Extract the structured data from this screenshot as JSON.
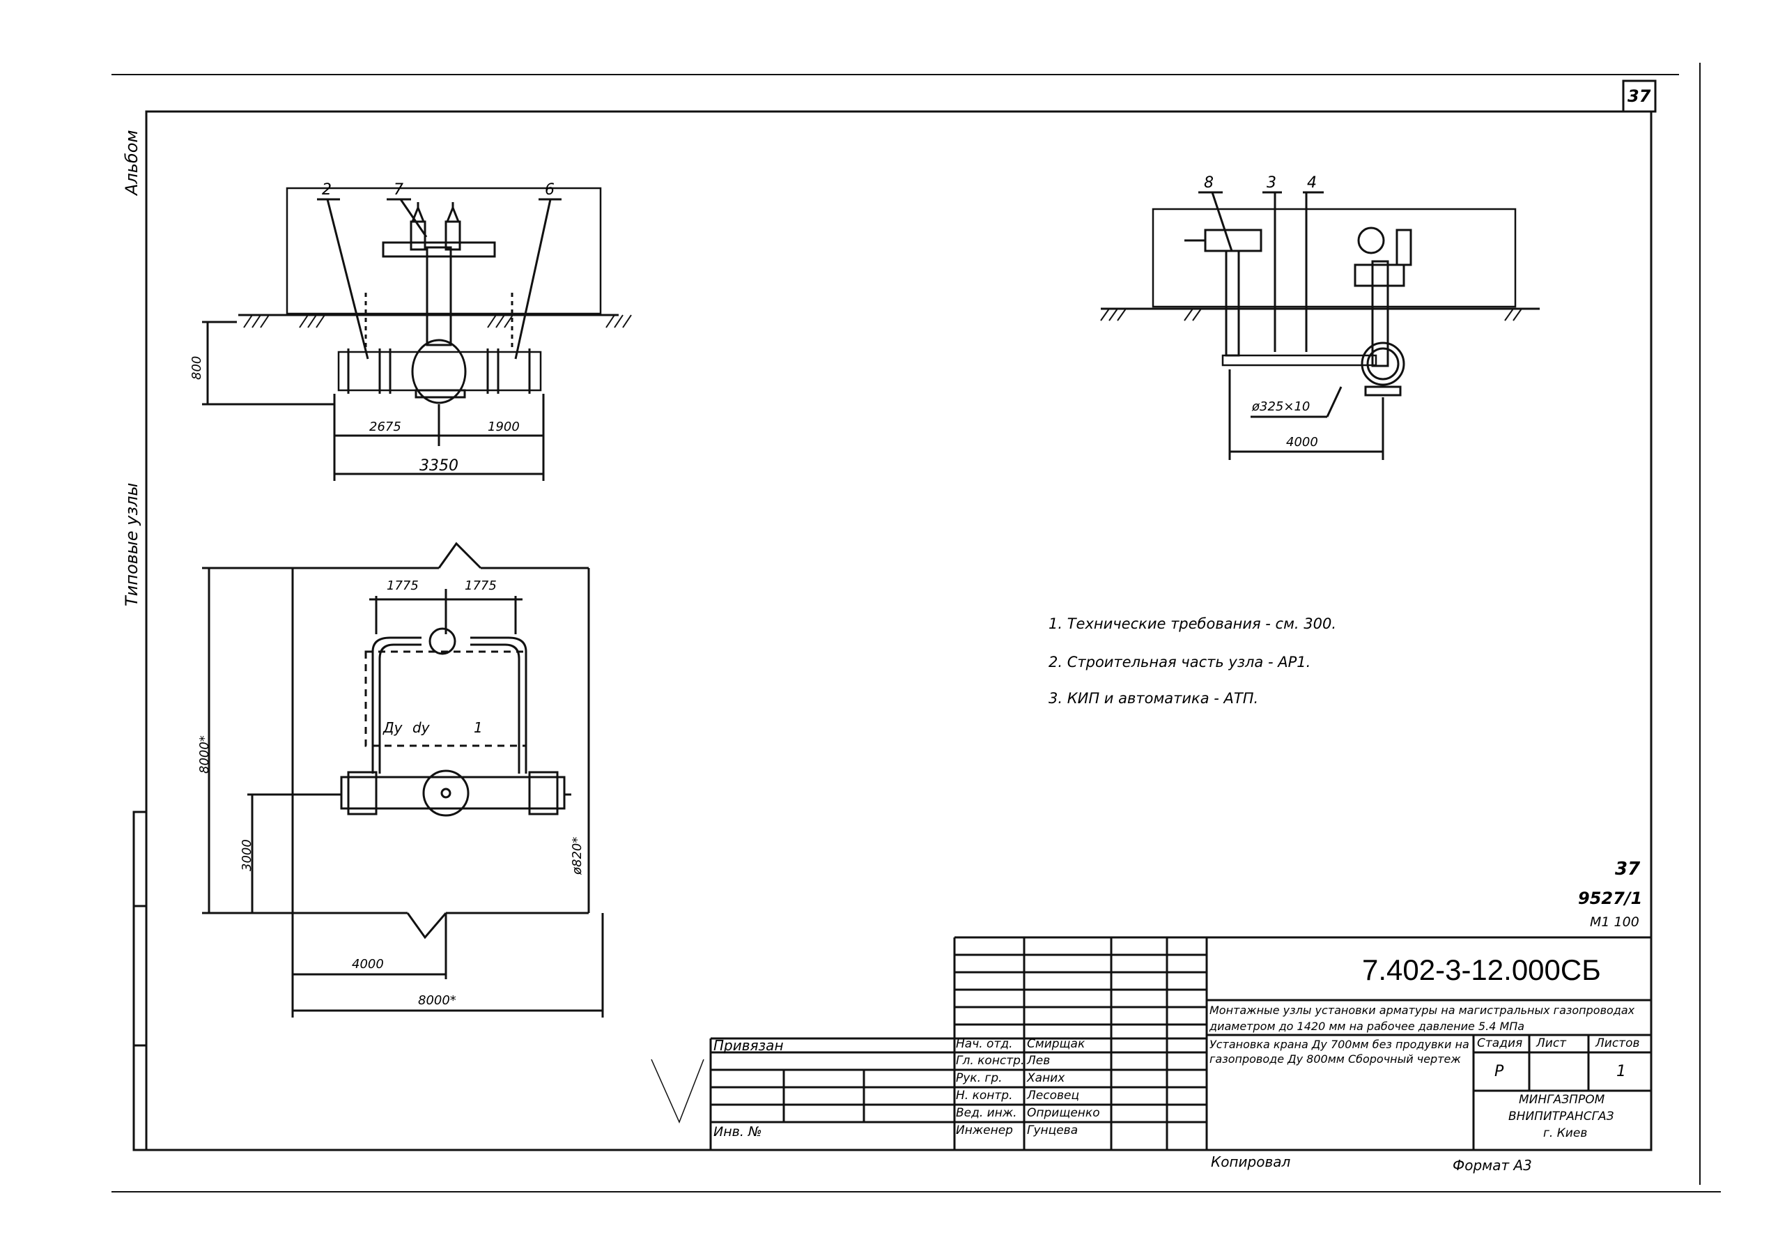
{
  "sheet": {
    "page_number": "37"
  },
  "side_labels": {
    "album": "Альбом",
    "typical_nodes": "Типовые узлы"
  },
  "view_left": {
    "callouts": [
      "2",
      "7",
      "6"
    ],
    "dims": [
      "800",
      "2675",
      "1900",
      "3350"
    ]
  },
  "view_right": {
    "callouts": [
      "8",
      "3",
      "4"
    ],
    "dims": [
      "ø325×10",
      "4000"
    ]
  },
  "plan": {
    "dims": [
      "1775",
      "1775",
      "8000*",
      "3000",
      "ø820*",
      "4000",
      "8000*"
    ],
    "labels": [
      "Ду",
      "dy",
      "1"
    ]
  },
  "notes": [
    "1. Технические требования - см. 300.",
    "2. Строительная часть узла - АР1.",
    "3. КИП и автоматика - АТП."
  ],
  "stamp_ref": {
    "line1": "37",
    "line2": "9527/1",
    "line3": "М1 100"
  },
  "title_block": {
    "doc_code": "7.402-3-12.000СБ",
    "project_title": "Монтажные узлы установки арматуры на магистральных газопроводах диаметром до 1420 мм на рабочее давление 5.4 МПа",
    "sheet_title": "Установка крана Ду 700мм без продувки на газопроводе Ду 800мм Сборочный чертеж",
    "stage_header": "Стадия",
    "sheet_header": "Лист",
    "sheets_header": "Листов",
    "stage": "Р",
    "sheets": "1",
    "org_line1": "МИНГАЗПРОМ",
    "org_line2": "ВНИПИТРАНСГАЗ",
    "org_line3": "г. Киев",
    "bound_label": "Привязан",
    "inv_label": "Инв. №",
    "roles": [
      "Нач. отд.",
      "Гл. констр.",
      "Рук. гр.",
      "Н. контр.",
      "Вед. инж.",
      "Инженер"
    ],
    "names": [
      "Смирщак",
      "Лев",
      "Ханих",
      "Лесовец",
      "Оприщенко",
      "Гунцева"
    ]
  },
  "footer": {
    "copied": "Копировал",
    "format": "Формат А3"
  }
}
